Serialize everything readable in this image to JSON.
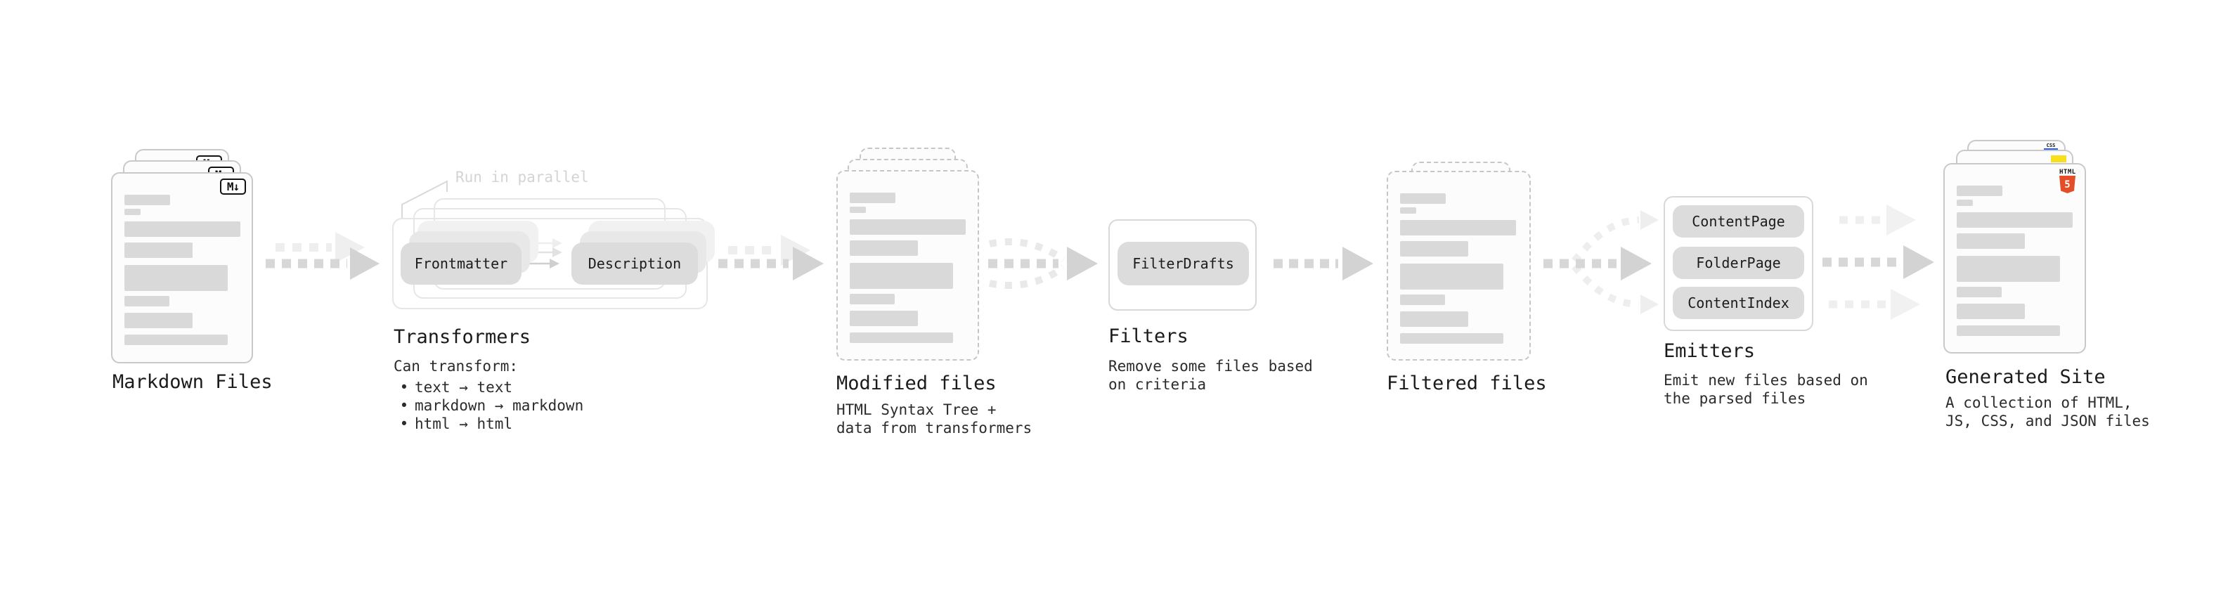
{
  "markdown": {
    "title": "Markdown Files",
    "badge": "M↓"
  },
  "transformers": {
    "annotation": "Run in parallel",
    "node_left": "Frontmatter",
    "node_right": "Description",
    "title": "Transformers",
    "subtitle": "Can transform:",
    "bullet_char": "•",
    "bullets": [
      "text → text",
      "markdown → markdown",
      "html → html"
    ]
  },
  "modified": {
    "title": "Modified files",
    "description": "HTML Syntax Tree +\ndata from transformers"
  },
  "filters": {
    "title": "Filters",
    "node": "FilterDrafts",
    "description": "Remove some files based\non criteria"
  },
  "filtered": {
    "title": "Filtered files"
  },
  "emitters": {
    "title": "Emitters",
    "nodes": [
      "ContentPage",
      "FolderPage",
      "ContentIndex"
    ],
    "description": "Emit new files based on\nthe parsed files"
  },
  "generated": {
    "title": "Generated Site",
    "description": "A collection of HTML,\nJS, CSS, and JSON files",
    "css_label": "CSS",
    "html_label": "HTML",
    "html_number": "5"
  },
  "colors": {
    "arrow_dark": "#d7d7d7",
    "arrow_faint": "#eeeeee",
    "bar_gray": "#d9d9d9",
    "html_orange": "#e44d26",
    "js_yellow": "#f7df1e",
    "css_blue": "#2962f1"
  }
}
